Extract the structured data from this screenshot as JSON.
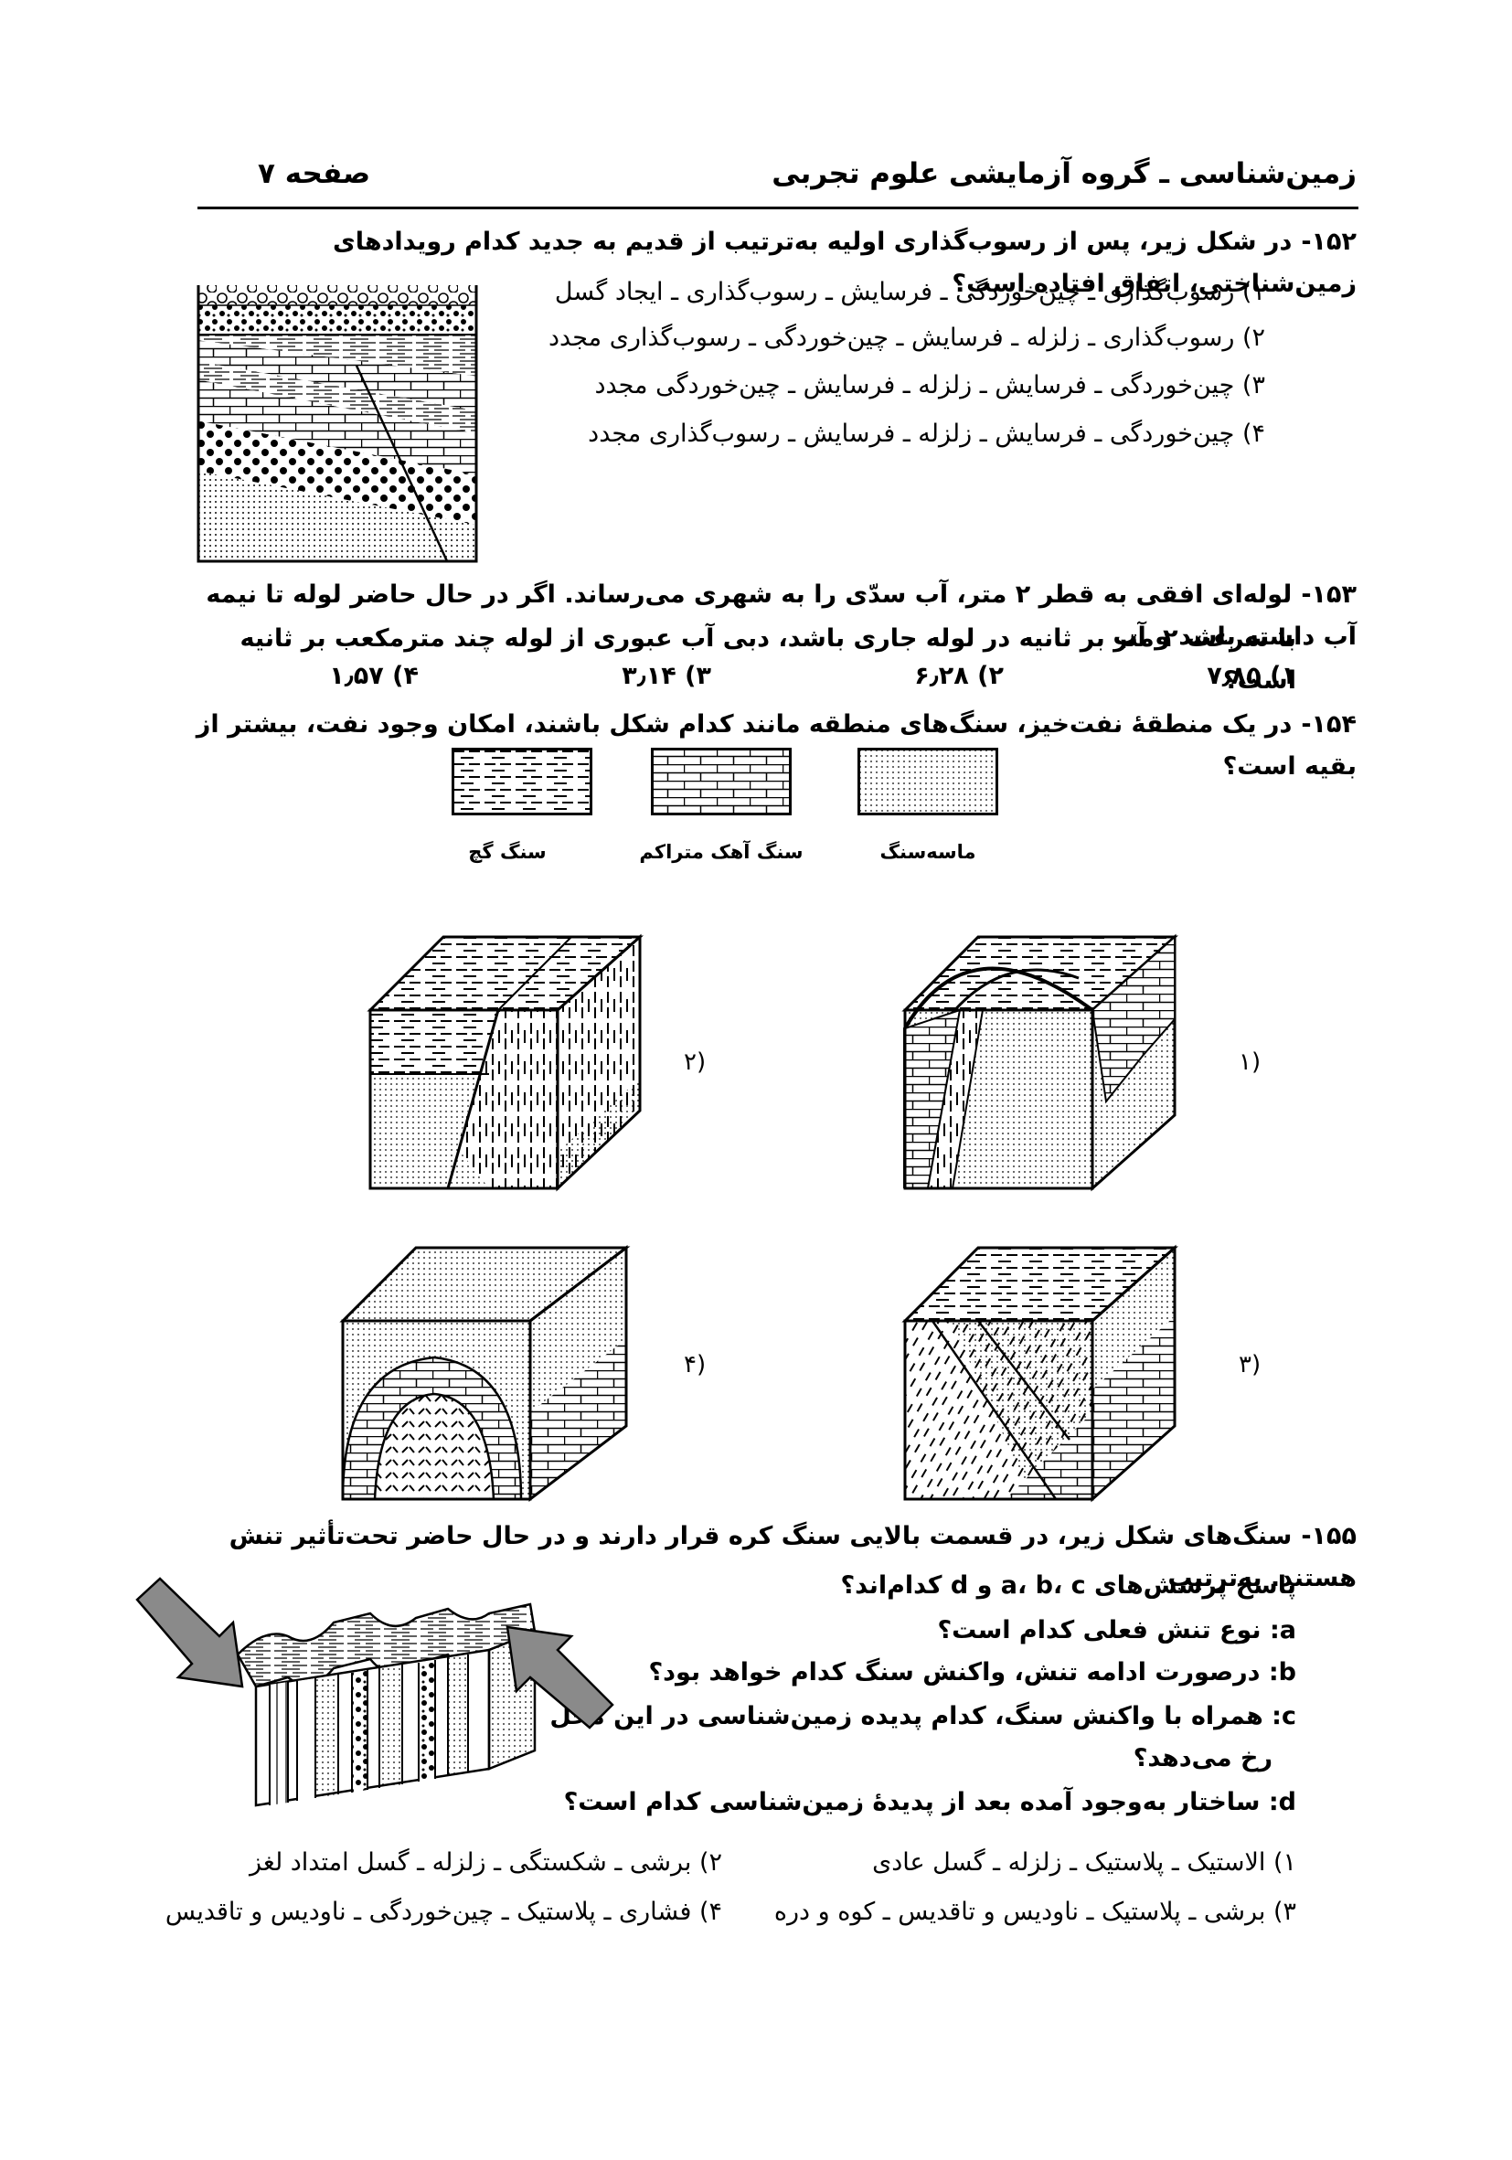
{
  "header": {
    "title": "زمین‌شناسی ـ گروه آزمایشی علوم تجربی",
    "page": "صفحه ۷"
  },
  "q152": {
    "number": "۱۵۲-",
    "text": "در شکل زیر، پس از رسوب‌گذاری اولیه به‌ترتیب از قدیم به جدید کدام رویدادهای زمین‌شناختی، اتفاق افتاده است؟",
    "options": [
      "۱) رسوب‌گذاری ـ چین‌خوردگی ـ فرسایش ـ رسوب‌گذاری ـ ایجاد گسل",
      "۲) رسوب‌گذاری ـ زلزله ـ فرسایش ـ چین‌خوردگی ـ رسوب‌گذاری مجدد",
      "۳) چین‌خوردگی ـ فرسایش ـ زلزله ـ فرسایش ـ چین‌خوردگی مجدد",
      "۴) چین‌خوردگی ـ فرسایش ـ زلزله ـ فرسایش ـ رسوب‌گذاری مجدد"
    ]
  },
  "q153": {
    "number": "۱۵۳-",
    "line1": "لوله‌ای افقی به قطر ۲ متر، آب سدّی را به شهری می‌رساند. اگر در حال حاضر لوله تا نیمه آب داشته باشد و آب",
    "line2": "با سرعت ۲ متر بر ثانیه در لوله جاری باشد، دبی آب عبوری از لوله چند مترمکعب بر ثانیه است؟",
    "options": [
      "۱) ۷٫۸۵",
      "۲) ۶٫۲۸",
      "۳) ۳٫۱۴",
      "۴) ۱٫۵۷"
    ]
  },
  "q154": {
    "number": "۱۵۴-",
    "text": "در یک منطقهٔ نفت‌خیز، سنگ‌های منطقه مانند کدام شکل باشند، امکان وجود نفت، بیشتر از بقیه است؟",
    "legend": [
      "ماسه‌سنگ",
      "سنگ آهک متراکم",
      "سنگ گچ"
    ],
    "figure_labels": [
      "۱)",
      "۲)",
      "۳)",
      "۴)"
    ]
  },
  "q155": {
    "number": "۱۵۵-",
    "line1": "سنگ‌های شکل زیر، در قسمت بالایی سنگ کره قرار دارند و در حال حاضر تحت‌تأثیر تنش هستند. به‌ترتیب",
    "line2": "پاسخ پرسش‌های a، b، c و d کدام‌اند؟",
    "items": [
      "a: نوع تنش فعلی کدام است؟",
      "b: درصورت ادامه تنش، واکنش سنگ کدام خواهد بود؟",
      "c: همراه با واکنش سنگ، کدام پدیده زمین‌شناسی در این محل",
      "رخ می‌دهد؟",
      "d: ساختار به‌وجود آمده بعد از پدیدهٔ زمین‌شناسی کدام است؟"
    ],
    "options": [
      "۱) الاستیک ـ پلاستیک ـ زلزله ـ گسل عادی",
      "۲) برشی ـ شکستگی ـ زلزله ـ گسل امتداد لغز",
      "۳) برشی ـ پلاستیک ـ ناودیس و تاقدیس ـ کوه و دره",
      "۴) فشاری ـ پلاستیک ـ چین‌خوردگی ـ ناودیس و تاقدیس"
    ]
  }
}
